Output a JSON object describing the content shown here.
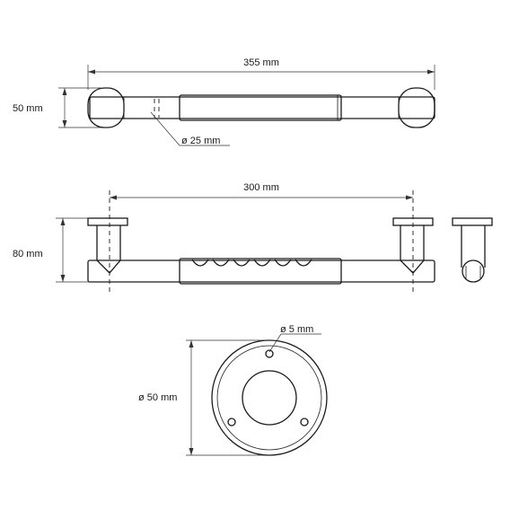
{
  "labels": {
    "length_top": "355 mm",
    "height_top": "50 mm",
    "tube_dia": "ø 25 mm",
    "length_mid": "300 mm",
    "height_mid": "80 mm",
    "flange_dia": "ø 50 mm",
    "hole_dia": "ø 5 mm"
  }
}
